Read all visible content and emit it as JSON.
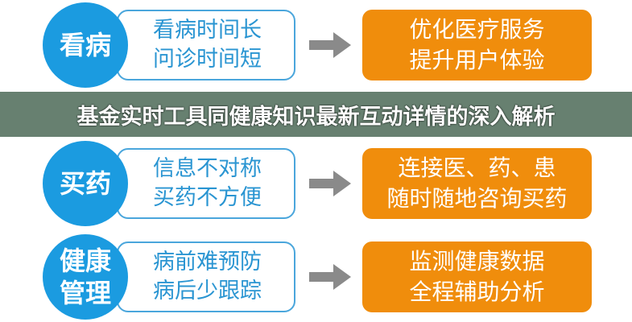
{
  "rows": [
    {
      "circle": "看病",
      "problem": [
        "看病时间长",
        "问诊时间短"
      ],
      "solution": [
        "优化医疗服务",
        "提升用户体验"
      ]
    },
    {
      "circle": "买药",
      "problem": [
        "信息不对称",
        "买药不方便"
      ],
      "solution": [
        "连接医、药、患",
        "随时随地咨询买药"
      ]
    },
    {
      "circle": "健康\n管理",
      "circle_lines": [
        "健康",
        "管理"
      ],
      "problem": [
        "病前难预防",
        "病后少跟踪"
      ],
      "solution": [
        "监测健康数据",
        "全程辅助分析"
      ]
    }
  ],
  "colors": {
    "circle": "#1b9be0",
    "solution_box": "#f08d0c",
    "arrow": "#8a8a8a",
    "banner": "#466450"
  },
  "icons": {
    "arrow": "arrow-right-icon"
  },
  "banner": {
    "title": "基金实时工具同健康知识最新互动详情的深入解析"
  }
}
